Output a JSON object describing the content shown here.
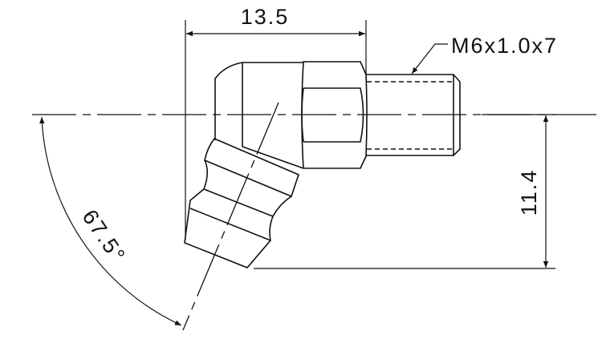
{
  "dimensions": {
    "width": "13.5",
    "height": "11.4",
    "angle": "67.5°",
    "thread": "M6x1.0x7"
  },
  "colors": {
    "line": "#111111",
    "background": "#ffffff"
  }
}
